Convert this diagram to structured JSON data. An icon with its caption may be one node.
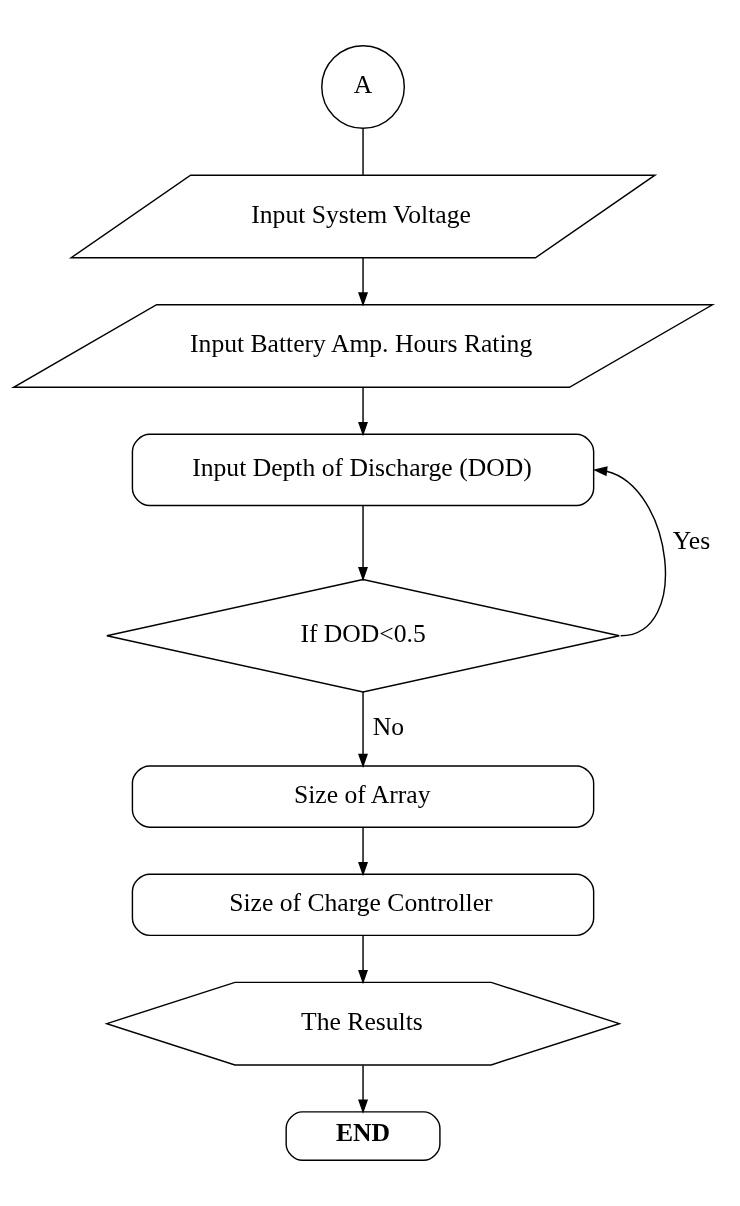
{
  "diagram": {
    "nodes": [
      {
        "text": [
          "A"
        ]
      },
      {
        "text": [
          "Input System Voltage"
        ]
      },
      {
        "text": [
          "Input Battery Amp. Hours Rating"
        ]
      },
      {
        "text": [
          "Input Depth of Discharge (DOD)"
        ]
      },
      {
        "text": [
          "If DOD<0.5"
        ]
      },
      {
        "text": [
          "Size of Array"
        ]
      },
      {
        "text": [
          "Size of Charge Controller"
        ]
      },
      {
        "text": [
          "The Results"
        ]
      },
      {
        "text": [
          "END"
        ]
      }
    ],
    "edges": [
      {
        "from": 0,
        "to": 1,
        "arrow": "none"
      },
      {
        "from": 1,
        "to": 2,
        "arrow": "to"
      },
      {
        "from": 2,
        "to": 3,
        "arrow": "to"
      },
      {
        "from": 3,
        "to": 4,
        "arrow": "to"
      },
      {
        "from": 4,
        "to": 3,
        "arrow": "to",
        "label": "Yes"
      },
      {
        "from": 4,
        "to": 5,
        "arrow": "to",
        "label": "No"
      },
      {
        "from": 5,
        "to": 6,
        "arrow": "to"
      },
      {
        "from": 6,
        "to": 7,
        "arrow": "to"
      },
      {
        "from": 7,
        "to": 8,
        "arrow": "to"
      }
    ]
  }
}
